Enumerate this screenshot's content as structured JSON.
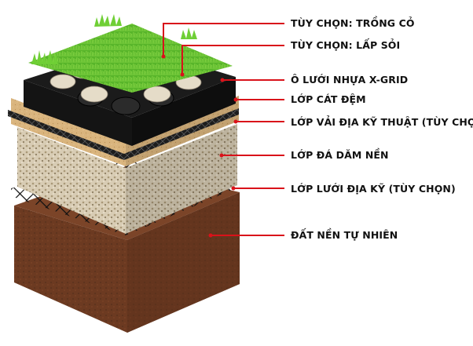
{
  "diagram": {
    "labels": [
      {
        "id": "grass",
        "text": "TÙY CHỌN: TRỒNG CỎ"
      },
      {
        "id": "gravel",
        "text": "TÙY CHỌN: LẤP SỎI"
      },
      {
        "id": "grid",
        "text": "Ô LƯỚI NHỰA X-GRID"
      },
      {
        "id": "sand",
        "text": "LỚP CÁT ĐỆM"
      },
      {
        "id": "fabric",
        "text": "LỚP VẢI ĐỊA KỸ THUẬT (TÙY CHỌN)"
      },
      {
        "id": "crushed-stone",
        "text": "LỚP ĐÁ DĂM NỀN"
      },
      {
        "id": "geogrid",
        "text": "LỚP LƯỚI ĐỊA KỸ (TÙY CHỌN)"
      },
      {
        "id": "soil",
        "text": "ĐẤT NỀN TỰ NHIÊN"
      }
    ],
    "colors": {
      "leader": "#d9121a",
      "grass": "#5fbf2e",
      "gravel": "#e6dcc8",
      "grid": "#1a1a1a",
      "sand": "#d8b27a",
      "stone": "#d9cdb6",
      "soil": "#6e3b22"
    }
  }
}
